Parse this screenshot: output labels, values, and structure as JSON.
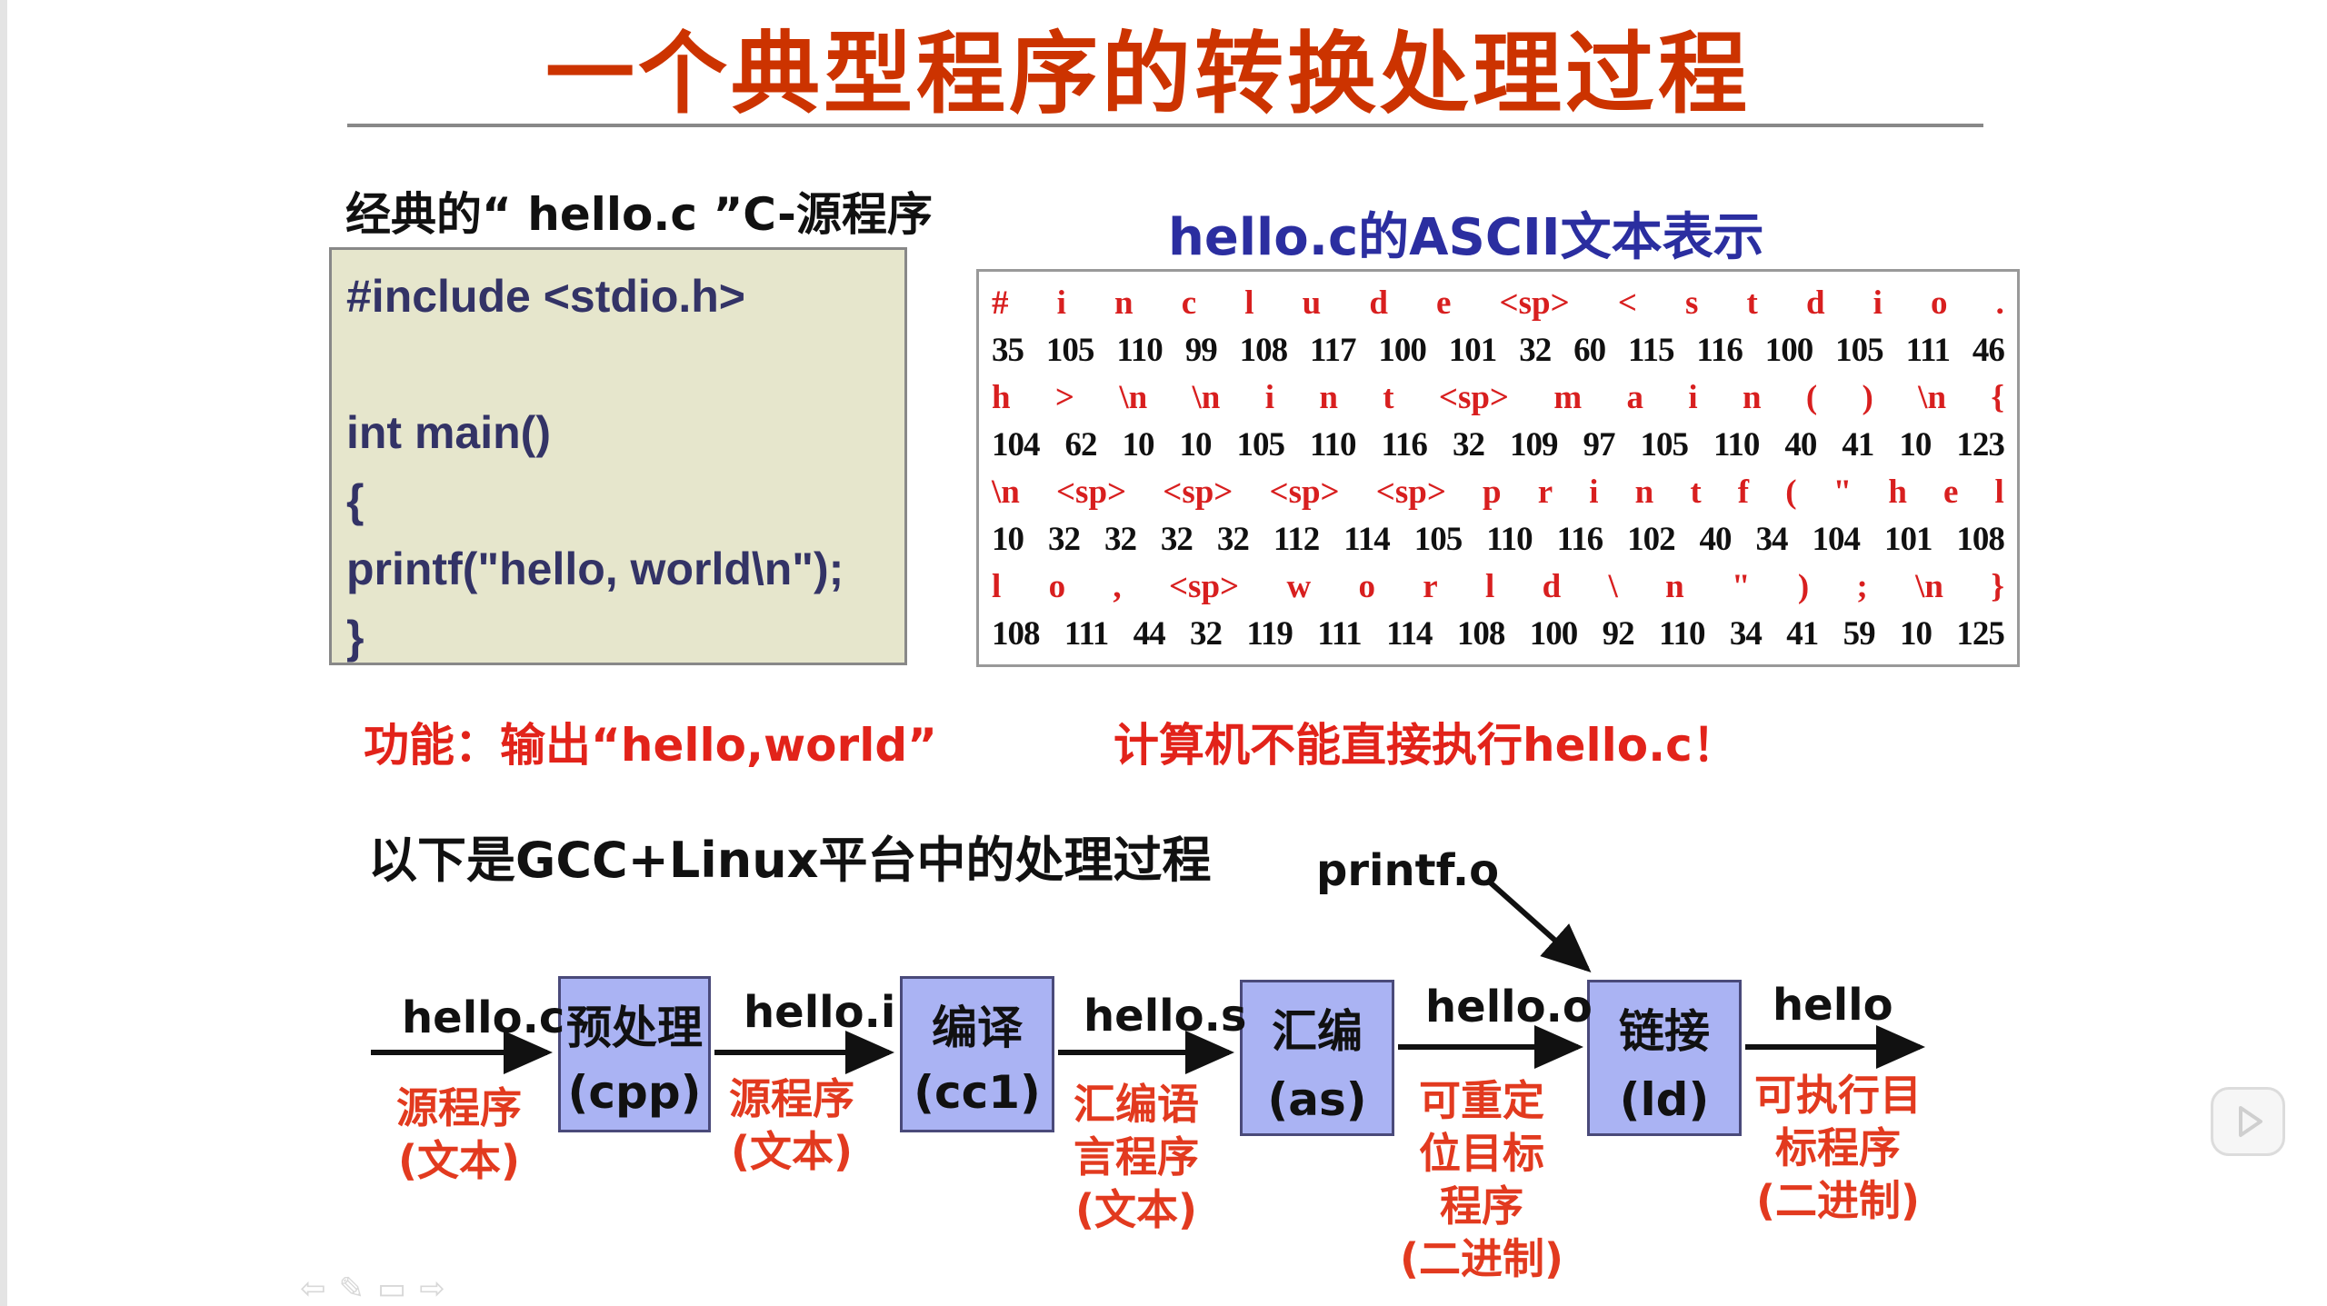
{
  "slide": {
    "title": "一个典型程序的转换处理过程",
    "source_heading": "经典的“ hello.c ”C-源程序",
    "source_code": [
      "#include <stdio.h>",
      "",
      "int main()",
      "{",
      "printf(\"hello, world\\n\");",
      "}"
    ],
    "ascii_heading": "hello.c的ASCII文本表示",
    "ascii_rows": [
      {
        "chars": [
          "#",
          "i",
          "n",
          "c",
          "l",
          "u",
          "d",
          "e",
          "<sp>",
          "<",
          "s",
          "t",
          "d",
          "i",
          "o",
          "."
        ],
        "codes": [
          "35",
          "105",
          "110",
          "99",
          "108",
          "117",
          "100",
          "101",
          "32",
          "60",
          "115",
          "116",
          "100",
          "105",
          "111",
          "46"
        ]
      },
      {
        "chars": [
          "h",
          ">",
          "\\n",
          "\\n",
          "i",
          "n",
          "t",
          "<sp>",
          "m",
          "a",
          "i",
          "n",
          "(",
          ")",
          "\\n",
          "{"
        ],
        "codes": [
          "104",
          "62",
          "10",
          "10",
          "105",
          "110",
          "116",
          "32",
          "109",
          "97",
          "105",
          "110",
          "40",
          "41",
          "10",
          "123"
        ]
      },
      {
        "chars": [
          "\\n",
          "<sp>",
          "<sp>",
          "<sp>",
          "<sp>",
          "p",
          "r",
          "i",
          "n",
          "t",
          "f",
          "(",
          "\"",
          "h",
          "e",
          "l"
        ],
        "codes": [
          "10",
          "32",
          "32",
          "32",
          "32",
          "112",
          "114",
          "105",
          "110",
          "116",
          "102",
          "40",
          "34",
          "104",
          "101",
          "108"
        ]
      },
      {
        "chars": [
          "l",
          "o",
          ",",
          "<sp>",
          "w",
          "o",
          "r",
          "l",
          "d",
          "\\",
          "n",
          "\"",
          ")",
          ";",
          "\\n",
          "}"
        ],
        "codes": [
          "108",
          "111",
          "44",
          "32",
          "119",
          "111",
          "114",
          "108",
          "100",
          "92",
          "110",
          "34",
          "41",
          "59",
          "10",
          "125"
        ]
      }
    ],
    "function_note": "功能：输出“hello,world”",
    "warning_note": "计算机不能直接执行hello.c！",
    "platform_heading": "以下是GCC+Linux平台中的处理过程"
  },
  "pipeline": {
    "stages": [
      {
        "name": "预处理",
        "tool": "(cpp)"
      },
      {
        "name": "编译",
        "tool": "(cc1)"
      },
      {
        "name": "汇编",
        "tool": "(as)"
      },
      {
        "name": "链接",
        "tool": "(ld)"
      }
    ],
    "files": [
      {
        "name": "hello.c",
        "kind": "源程序\n(文本)"
      },
      {
        "name": "hello.i",
        "kind": "源程序\n(文本)"
      },
      {
        "name": "hello.s",
        "kind": "汇编语\n言程序\n(文本)"
      },
      {
        "name": "hello.o",
        "kind": "可重定\n位目标\n程序\n(二进制)"
      },
      {
        "name": "hello",
        "kind": "可执行目\n标程序\n(二进制)"
      }
    ],
    "library_input": "printf.o"
  },
  "controls": {
    "nav_icons": [
      "prev-arrow-icon",
      "pen-icon",
      "menu-icon",
      "next-arrow-icon"
    ],
    "play_icon": "play-icon"
  }
}
